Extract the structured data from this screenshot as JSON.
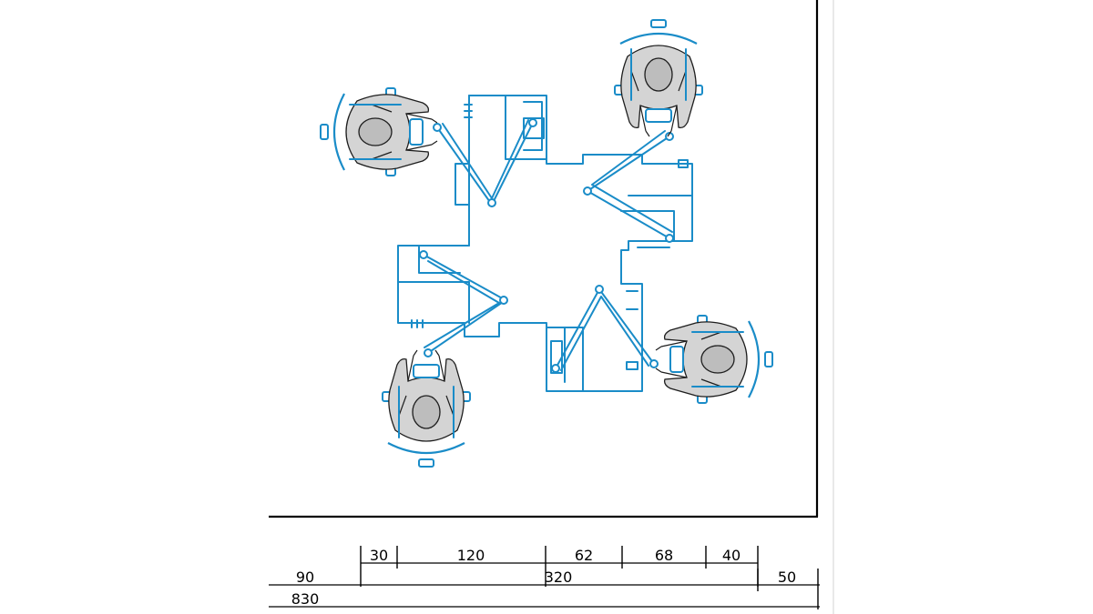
{
  "drawing": {
    "colors": {
      "furniture": "#1a8cc8",
      "person_fill": "#d4d4d4",
      "wall": "#000000"
    },
    "workstations": 4,
    "dimensions": {
      "row1": [
        "30",
        "120",
        "62",
        "68",
        "40"
      ],
      "row2": [
        "90",
        "320",
        "50"
      ],
      "row3": [
        "830"
      ]
    }
  }
}
